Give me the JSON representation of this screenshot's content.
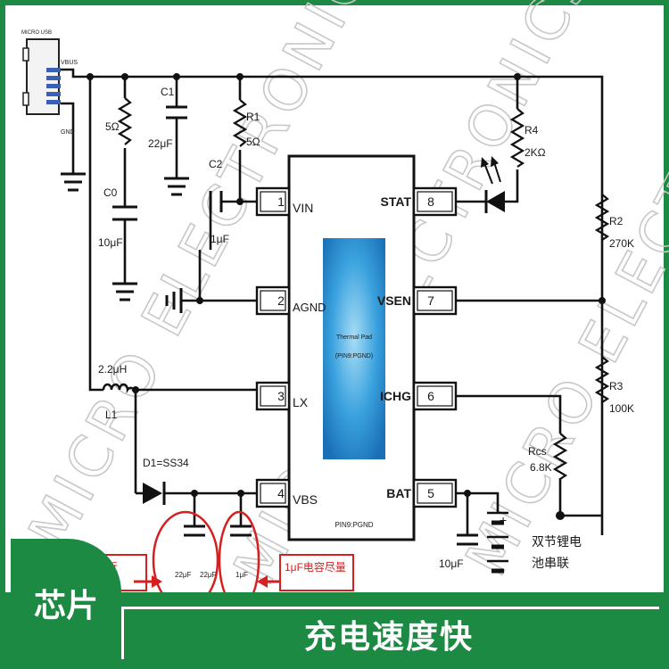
{
  "connector": {
    "name": "MICRO USB",
    "vbus": "VBUS",
    "gnd": "GND"
  },
  "components": {
    "r_top": "5Ω",
    "c1": "C1",
    "c1_val": "22μF",
    "r1": "R1",
    "r1_val": "5Ω",
    "c2": "C2",
    "c2_val": "1μF",
    "c0": "C0",
    "c0_val": "10μF",
    "r4": "R4",
    "r4_val": "2KΩ",
    "r2": "R2",
    "r2_val": "270K",
    "r3": "R3",
    "r3_val": "100K",
    "rcs": "Rcs",
    "rcs_val": "6.8K",
    "l1": "L1",
    "l1_val": "2.2μH",
    "d1": "D1=SS34",
    "c_out1": "22μF",
    "c_out2": "22μF",
    "c_out3": "1μF",
    "c_bat": "10μF"
  },
  "chip": {
    "thermal_line1": "Thermal Pad",
    "thermal_line2": "(PIN9:PGND)",
    "bottom_label": "PIN9:PGND",
    "pins": [
      {
        "num": "1",
        "name": "VIN"
      },
      {
        "num": "2",
        "name": "AGND"
      },
      {
        "num": "3",
        "name": "LX"
      },
      {
        "num": "4",
        "name": "VBS"
      },
      {
        "num": "8",
        "name": "STAT"
      },
      {
        "num": "7",
        "name": "VSEN"
      },
      {
        "num": "6",
        "name": "ICHG"
      },
      {
        "num": "5",
        "name": "BAT"
      }
    ]
  },
  "battery": {
    "plus": "+",
    "line1": "双节锂电",
    "line2": "池串联"
  },
  "notes": {
    "left": "靠近",
    "right": "1μF电容尽量"
  },
  "watermark": "MICRO ELECTRONICS CHIPSTAR",
  "footer": {
    "tag": "芯片",
    "slogan": "充电速度快"
  },
  "colors": {
    "brand_green": "#1d8a43",
    "chip_blue": "#2a8fd6",
    "note_red": "#d62020"
  }
}
